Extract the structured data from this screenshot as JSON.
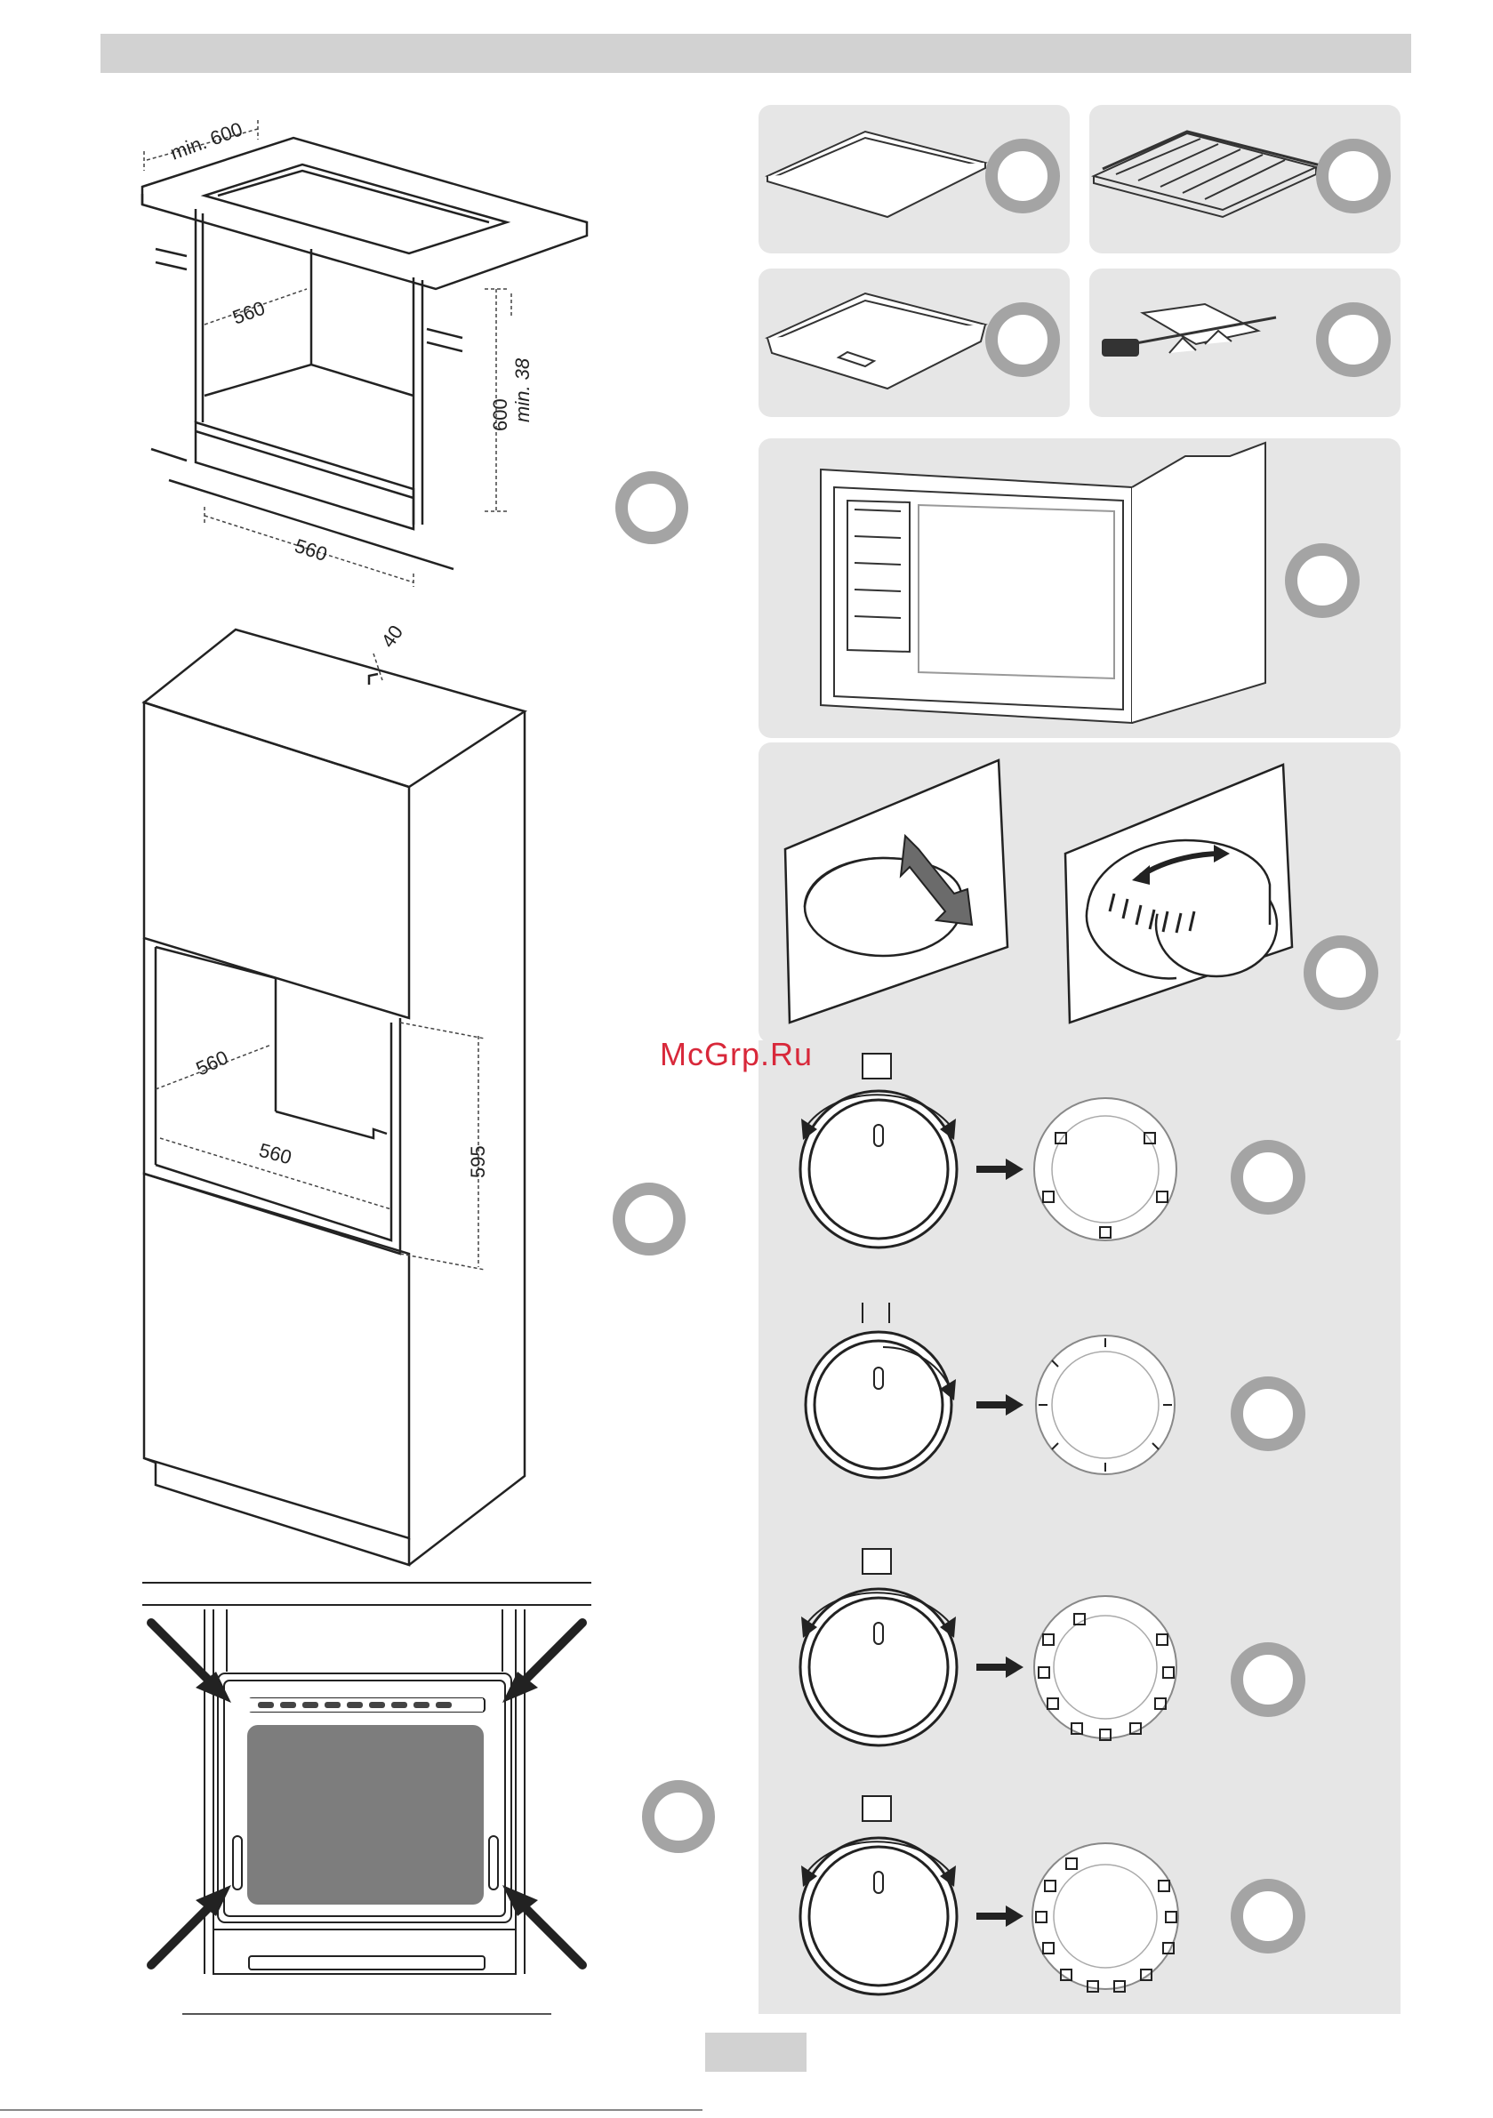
{
  "watermark": "McGrp.Ru",
  "dimensions": {
    "d_min600": "min. 600",
    "d_560_top": "560",
    "d_600": "600",
    "d_min38": "min. 38",
    "d_560_bottom": "560",
    "d_40": "40",
    "d_560_depth": "560",
    "d_560_width": "560",
    "d_595": "595"
  },
  "accessories": [
    "baking-tray",
    "wire-shelf",
    "dripping-pan",
    "rotisserie-spit"
  ],
  "knob_steps": 4
}
